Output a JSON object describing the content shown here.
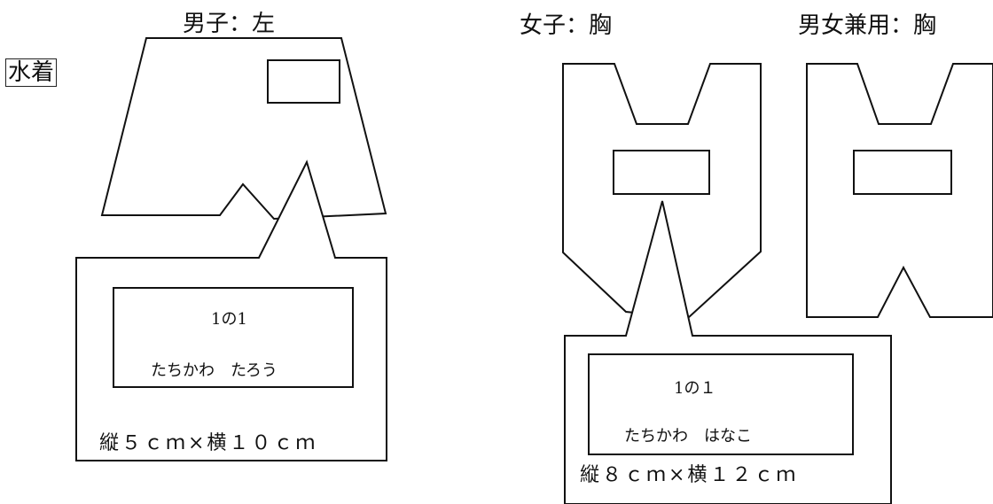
{
  "tag": "水着",
  "boys": {
    "header": "男子：左",
    "label_line1": "1の1",
    "label_line2": "たちかわ　たろう",
    "size": "縦５ｃｍ×横１０ｃｍ"
  },
  "girls": {
    "header": "女子：胸",
    "label_line1": "1の１",
    "label_line2": "たちかわ　はなこ",
    "size": "縦８ｃｍ×横１２ｃｍ"
  },
  "unisex": {
    "header": "男女兼用：胸"
  }
}
